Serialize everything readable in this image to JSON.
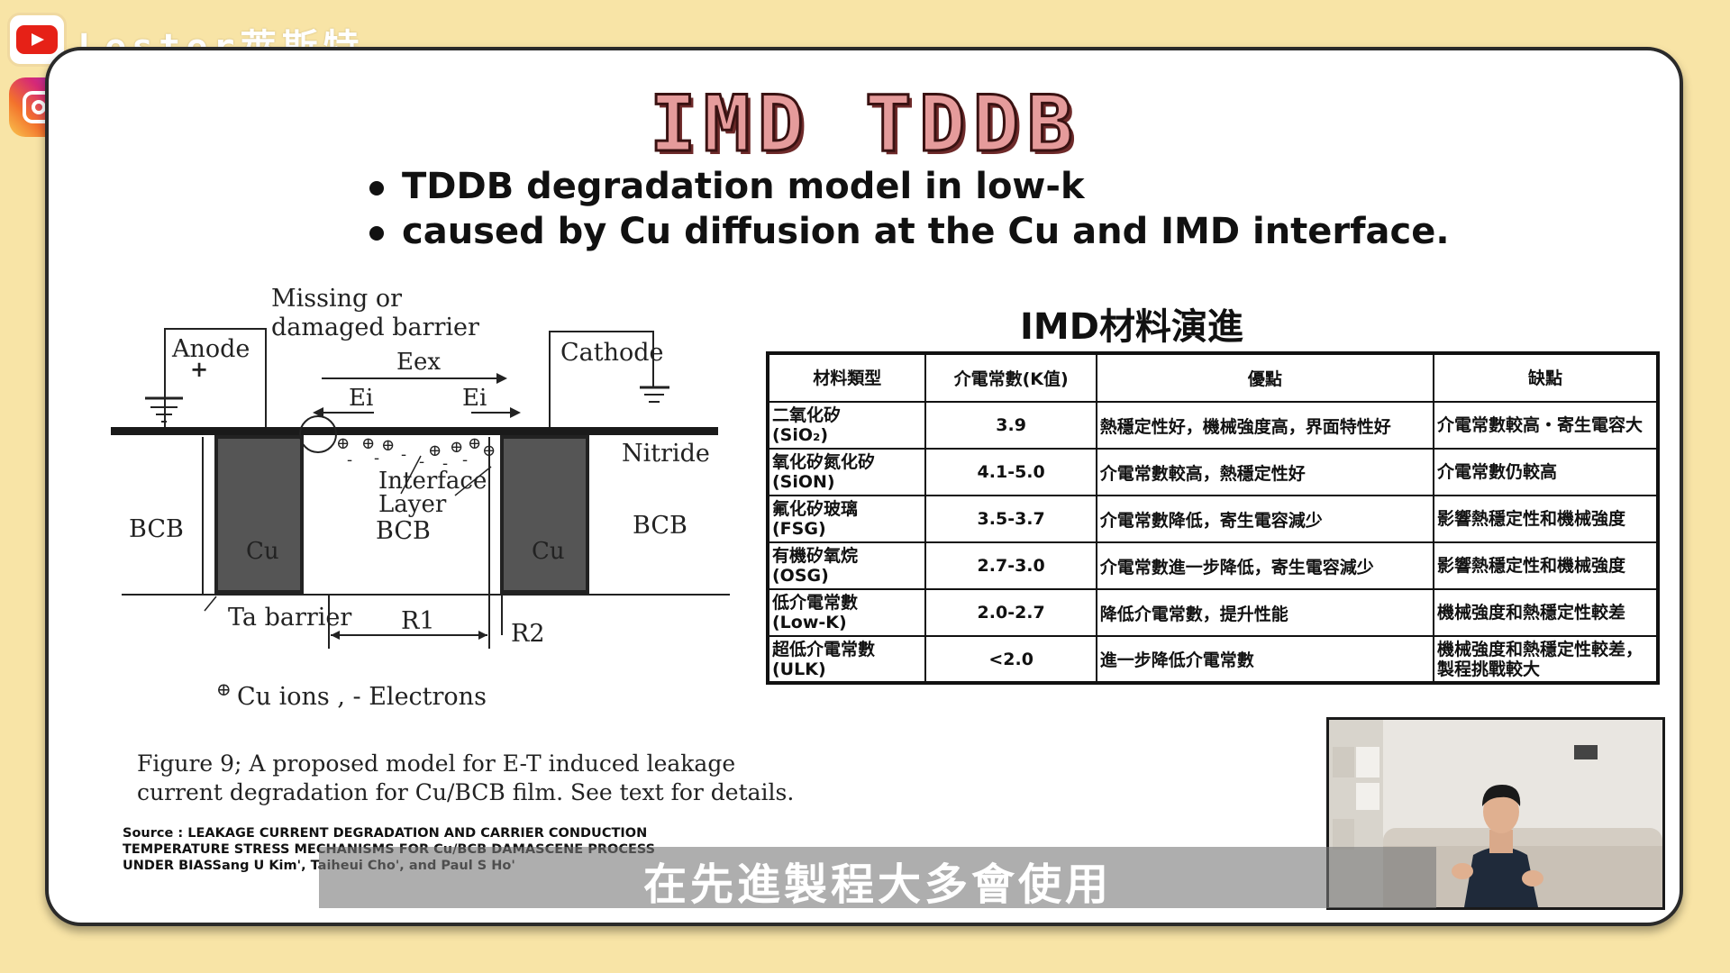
{
  "channel": {
    "name": "Lester萊斯特"
  },
  "slide": {
    "title": "IMD TDDB",
    "bullets": [
      "TDDB degradation model in low-k",
      "caused by Cu diffusion at the Cu and IMD interface."
    ]
  },
  "figure": {
    "labels": {
      "missing": "Missing or",
      "damaged": "damaged barrier",
      "anode": "Anode",
      "cathode": "Cathode",
      "eex": "Eex",
      "ei1": "Ei",
      "ei2": "Ei",
      "nitride": "Nitride",
      "interface": "Interface",
      "layer": "Layer",
      "bcb_left": "BCB",
      "bcb_mid": "BCB",
      "bcb_right": "BCB",
      "cu_left": "Cu",
      "cu_right": "Cu",
      "ta_barrier": "Ta barrier",
      "r1": "R1",
      "r2": "R2",
      "legend": "Cu ions , - Electrons"
    },
    "caption_line1": "Figure 9; A proposed model for E-T induced leakage",
    "caption_line2": "current degradation for Cu/BCB film. See text for details.",
    "source_line1": "Source : LEAKAGE CURRENT DEGRADATION AND CARRIER CONDUCTION",
    "source_line2": "TEMPERATURE STRESS MECHANISMS FOR Cu/BCB DAMASCENE PROCESS",
    "source_line3": "UNDER BIASSang U Kim', Taiheui Cho', and Paul S Ho'"
  },
  "table": {
    "title": "IMD材料演進",
    "headers": [
      "材料類型",
      "介電常數(K值)",
      "優點",
      "缺點"
    ],
    "rows": [
      {
        "name": "二氧化矽",
        "formula": "(SiO₂)",
        "k": "3.9",
        "pro": "熱穩定性好，機械強度高，界面特性好",
        "con": "介電常數較高・寄生電容大"
      },
      {
        "name": "氧化矽氮化矽",
        "formula": "(SiON)",
        "k": "4.1-5.0",
        "pro": "介電常數較高，熱穩定性好",
        "con": "介電常數仍較高"
      },
      {
        "name": "氟化矽玻璃",
        "formula": "(FSG)",
        "k": "3.5-3.7",
        "pro": "介電常數降低，寄生電容減少",
        "con": "影響熱穩定性和機械強度"
      },
      {
        "name": "有機矽氧烷",
        "formula": "(OSG)",
        "k": "2.7-3.0",
        "pro": "介電常數進一步降低，寄生電容減少",
        "con": "影響熱穩定性和機械強度"
      },
      {
        "name": "低介電常數",
        "formula": "(Low-K)",
        "k": "2.0-2.7",
        "pro": "降低介電常數，提升性能",
        "con": "機械強度和熱穩定性較差"
      },
      {
        "name": "超低介電常數",
        "formula": "(ULK)",
        "k": "<2.0",
        "pro": "進一步降低介電常數",
        "con": "機械強度和熱穩定性較差，製程挑戰較大"
      }
    ]
  },
  "subtitle": "在先進製程大多會使用"
}
